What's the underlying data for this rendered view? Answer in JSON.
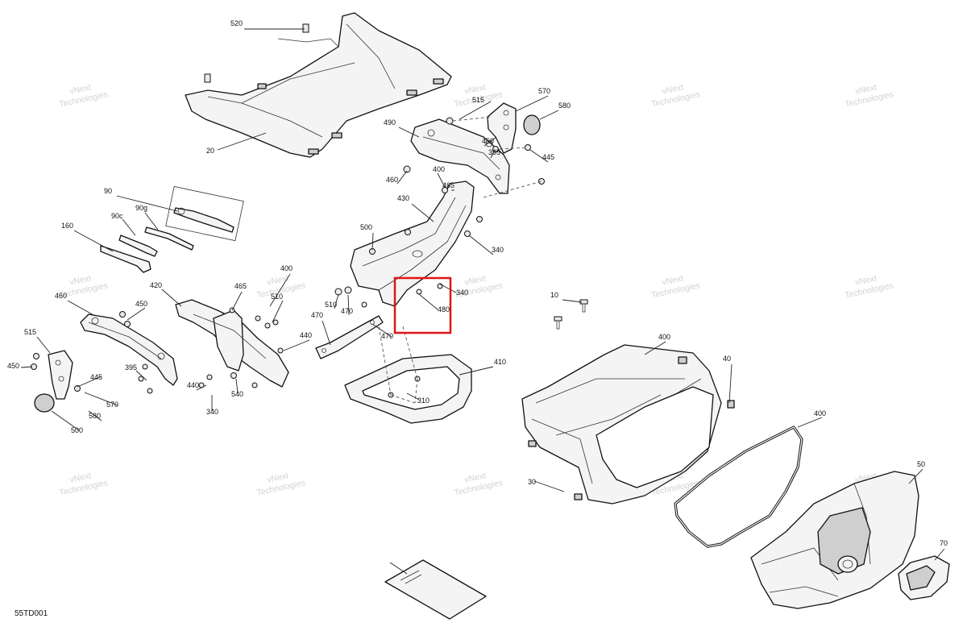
{
  "diagram": {
    "code": "55TD001",
    "watermark_line1": "vNext",
    "watermark_line2": "Technologies",
    "highlight_color": "#e01616",
    "callouts": [
      "520",
      "515",
      "570",
      "580",
      "490",
      "450",
      "395",
      "445",
      "460",
      "400",
      "465",
      "430",
      "500",
      "340",
      "20",
      "90",
      "90c",
      "90g",
      "160",
      "420",
      "465",
      "400",
      "510",
      "510",
      "470",
      "440",
      "340",
      "480",
      "460",
      "450",
      "515",
      "450",
      "445",
      "395",
      "570",
      "580",
      "500",
      "440",
      "340",
      "540",
      "470",
      "470",
      "310",
      "410",
      "10",
      "400",
      "40",
      "400",
      "30",
      "50",
      "70"
    ]
  }
}
